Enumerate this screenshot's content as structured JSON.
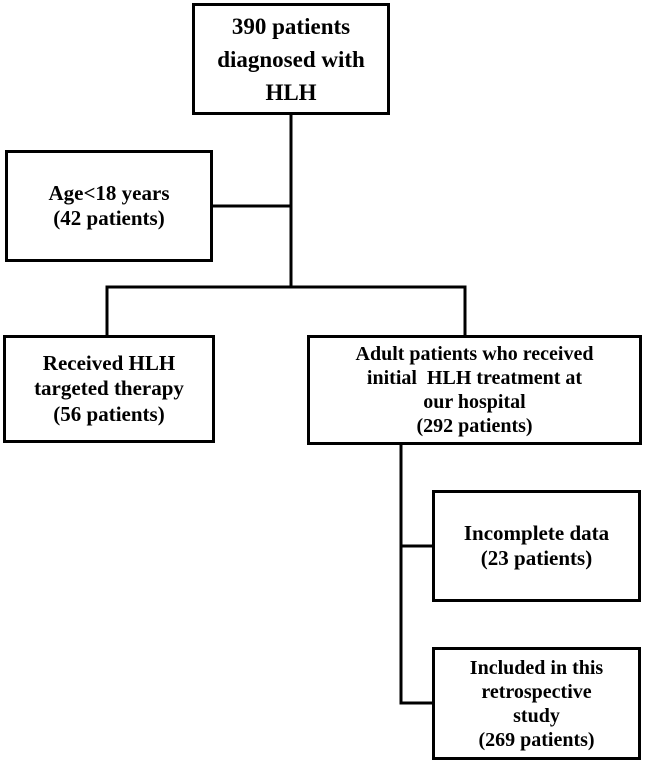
{
  "boxes": {
    "root": {
      "lines": [
        "390 patients",
        "diagnosed with",
        "HLH"
      ]
    },
    "age": {
      "lines": [
        "Age<18 years",
        "(42 patients)"
      ]
    },
    "targeted": {
      "lines": [
        "Received HLH",
        "targeted therapy",
        "(56 patients)"
      ]
    },
    "adult": {
      "lines": [
        "Adult patients who received",
        "initial  HLH treatment at",
        "our hospital",
        "(292 patients)"
      ]
    },
    "incomplete": {
      "lines": [
        "Incomplete data",
        "(23 patients)"
      ]
    },
    "included": {
      "lines": [
        "Included in this",
        "retrospective",
        "study",
        "(269 patients)"
      ]
    }
  },
  "colors": {
    "stroke": "#000000",
    "background": "#ffffff"
  }
}
